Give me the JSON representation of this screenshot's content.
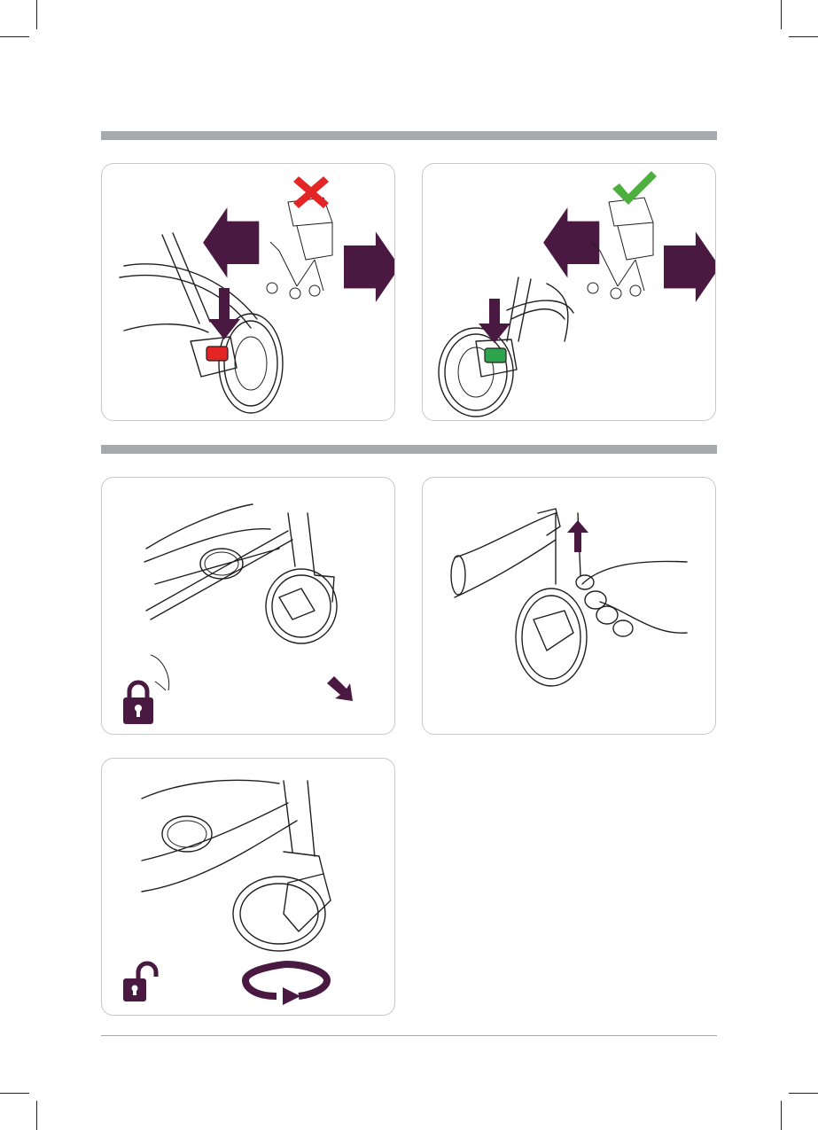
{
  "colors": {
    "section_bar": "#a7a9ac",
    "arrow": "#4a1942",
    "lock": "#4a1942",
    "brake_engaged_indicator": "#e32526",
    "brake_released_indicator": "#2ea44f",
    "cross_mark": "#e32526",
    "check_mark": "#4caf3e",
    "panel_border": "#c8c8c8"
  },
  "panels": [
    {
      "id": "brake-on",
      "icons": [
        "down-arrow-icon",
        "left-arrow-icon",
        "right-arrow-icon",
        "stroller-icon",
        "cross-icon",
        "red-indicator-icon"
      ],
      "state": "cannot move"
    },
    {
      "id": "brake-off",
      "icons": [
        "down-arrow-icon",
        "left-arrow-icon",
        "right-arrow-icon",
        "stroller-icon",
        "check-icon",
        "green-indicator-icon"
      ],
      "state": "can move"
    },
    {
      "id": "swivel-locked",
      "icons": [
        "lock-closed-icon",
        "diagonal-arrow-icon"
      ],
      "state": "locked"
    },
    {
      "id": "swivel-lever-pull",
      "icons": [
        "up-arrow-icon",
        "hand-icon"
      ],
      "state": "pull up"
    },
    {
      "id": "swivel-unlocked",
      "icons": [
        "lock-open-icon",
        "rotate-arrow-icon"
      ],
      "state": "unlocked"
    }
  ]
}
